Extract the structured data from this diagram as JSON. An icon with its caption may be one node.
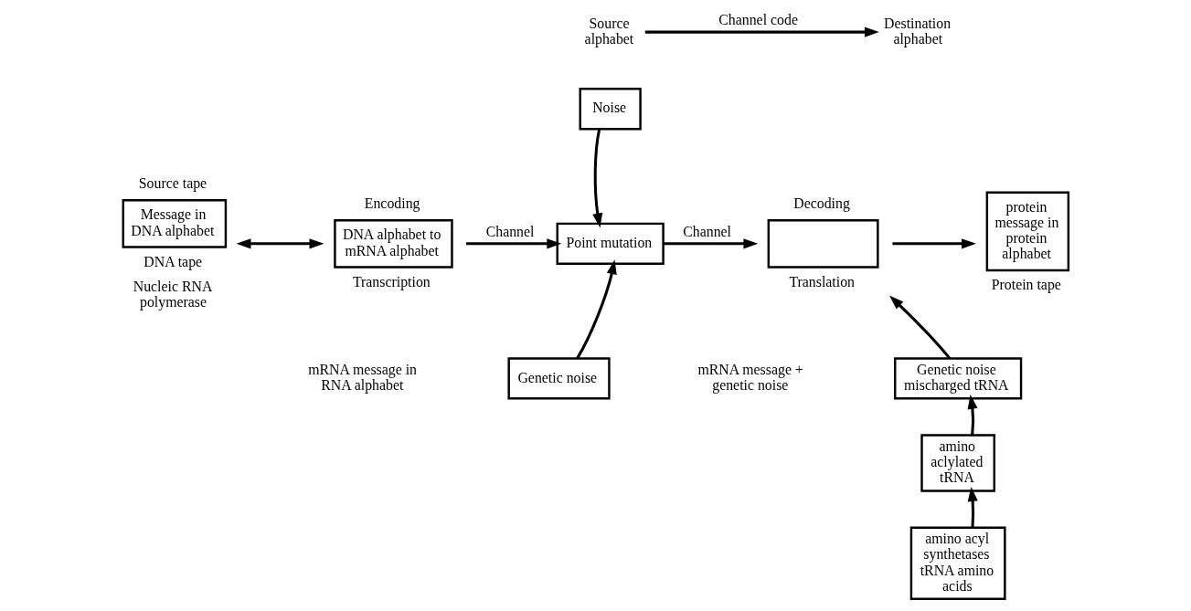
{
  "diagram": {
    "nodes": [
      {
        "text": [
          "Source alphabet"
        ]
      },
      {
        "text": [
          "Destination alphabet"
        ]
      },
      {
        "text": [
          "Noise"
        ]
      },
      {
        "text": [
          "Message in DNA alphabet"
        ],
        "beside": [
          "Source tape",
          "DNA tape",
          "Nucleic RNA polymerase"
        ]
      },
      {
        "text": [
          "DNA alphabet to mRNA alphabet"
        ],
        "beside": [
          "Encoding",
          "Transcription"
        ]
      },
      {
        "text": [
          "Point mutation"
        ]
      },
      {
        "text": [
          "Genetic noise"
        ]
      },
      {
        "text": [],
        "shape": "box",
        "beside": [
          "Decoding",
          "Translation"
        ]
      },
      {
        "text": [
          "protein message in protein alphabet"
        ],
        "beside": [
          "Protein tape"
        ]
      },
      {
        "text": [
          "Genetic noise mischarged tRNA"
        ]
      },
      {
        "text": [
          "amino aclylated tRNA"
        ]
      },
      {
        "text": [
          "amino acyl synthetases tRNA amino acids"
        ]
      }
    ],
    "edges": [
      {
        "from": 0,
        "to": 1,
        "arrow": "to",
        "label": "Channel code"
      },
      {
        "from": 3,
        "to": 4,
        "arrow": "both"
      },
      {
        "from": 4,
        "to": 5,
        "arrow": "to",
        "label": "Channel"
      },
      {
        "from": 2,
        "to": 5,
        "arrow": "to"
      },
      {
        "from": 6,
        "to": 5,
        "arrow": "to"
      },
      {
        "from": 5,
        "to": 7,
        "arrow": "to",
        "label": "Channel"
      },
      {
        "from": 7,
        "to": 8,
        "arrow": "to"
      },
      {
        "from": 9,
        "to": 7,
        "arrow": "to"
      },
      {
        "from": 10,
        "to": 9,
        "arrow": "to"
      },
      {
        "from": 11,
        "to": 10,
        "arrow": "to"
      }
    ],
    "labels": [
      "mRNA message in RNA alphabet",
      "mRNA message + genetic noise"
    ]
  }
}
